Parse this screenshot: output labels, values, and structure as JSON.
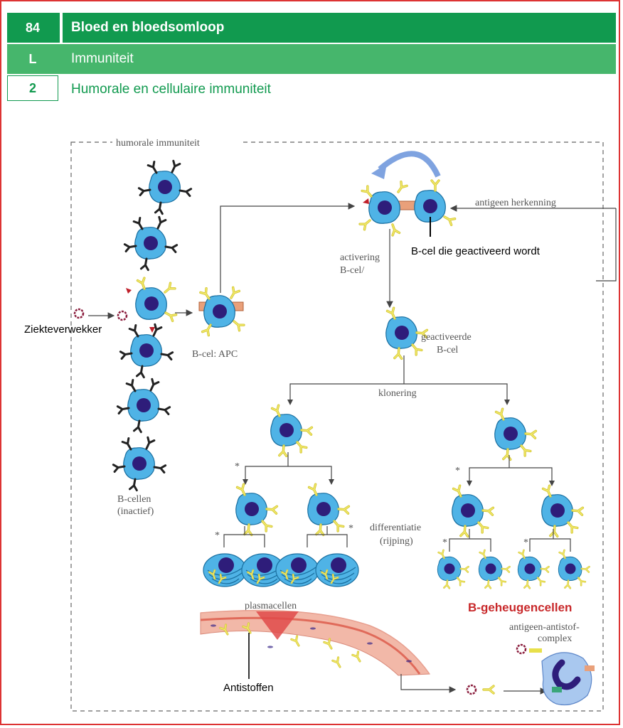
{
  "header": {
    "chapter_num": "84",
    "chapter_title": "Bloed en bloedsomloop",
    "section_num": "L",
    "section_title": "Immuniteit",
    "sub_num": "2",
    "sub_title": "Humorale en cellulaire immuniteit"
  },
  "diagram": {
    "box_label": "humorale immuniteit",
    "labels": {
      "b_cells_inactive_1": "B-cellen",
      "b_cells_inactive_2": "(inactief)",
      "b_cell_apc": "B-cel: APC",
      "activation_1": "activering",
      "activation_2": "B-cel/",
      "antigen_recognition": "antigeen herkenning",
      "activated_1": "geactiveerde",
      "activated_2": "B-cel",
      "cloning": "klonering",
      "differentiation_1": "differentiatie",
      "differentiation_2": "(rijping)",
      "plasma_cells": "plasmacellen",
      "complex_1": "antigeen-antistof-",
      "complex_2": "complex",
      "star": "*"
    },
    "annotations": {
      "pathogen": "Ziekteverwekker",
      "b_cell_activated": "B-cel die geactiveerd wordt",
      "memory_cells": "B-geheugencellen",
      "antibodies": "Antistoffen"
    },
    "colors": {
      "green_dark": "#119a4f",
      "green_light": "#46b66c",
      "cell_blue": "#4fb3e6",
      "nucleus": "#2e1d7a",
      "receptor_yellow": "#e8e04a",
      "memory_red": "#c8282a"
    }
  }
}
